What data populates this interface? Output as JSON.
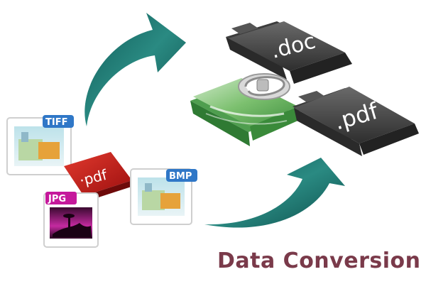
{
  "caption": "Data Conversion",
  "files": {
    "tiff_label": "TIFF",
    "pdf_tag_label": "·pdf",
    "jpg_label": "JPG",
    "bmp_label": "BMP"
  },
  "folders": {
    "doc_label": ".doc",
    "pdf_label": ".pdf"
  },
  "colors": {
    "arrow": "#1f6f6a",
    "caption": "#7a3a4a",
    "badge_blue": "#2f77c7",
    "badge_pink": "#c5189b",
    "pdf_red": "#c31a1a",
    "folder_dark": "#4b4b4b",
    "folder_green": "#5aa35a"
  }
}
